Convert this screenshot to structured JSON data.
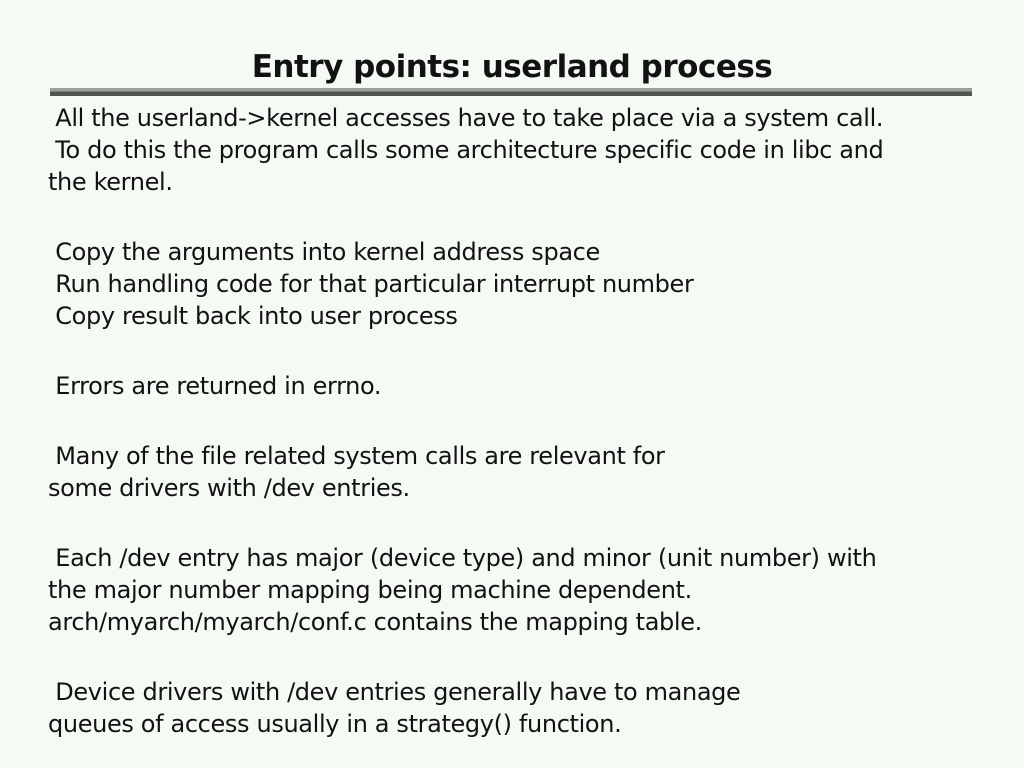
{
  "slide": {
    "title": "Entry points: userland process",
    "paragraphs": [
      " All the userland->kernel accesses have to take place via a system call.\n To do this the program calls some architecture specific code in libc and\nthe kernel.",
      " Copy the arguments into kernel address space\n Run handling code for that particular interrupt number\n Copy result back into user process",
      " Errors are returned in errno.",
      " Many of the file related system calls are relevant for\nsome drivers with /dev entries.",
      " Each /dev entry has major (device type) and minor (unit number) with\nthe major number mapping being machine dependent.\narch/myarch/myarch/conf.c contains the mapping table.",
      " Device drivers with /dev entries generally have to manage\nqueues of access usually in a strategy() function."
    ]
  },
  "colors": {
    "background": "#f5faf5",
    "text": "#121212",
    "rule_top": "#99a199",
    "rule_bottom": "#4f564f"
  }
}
